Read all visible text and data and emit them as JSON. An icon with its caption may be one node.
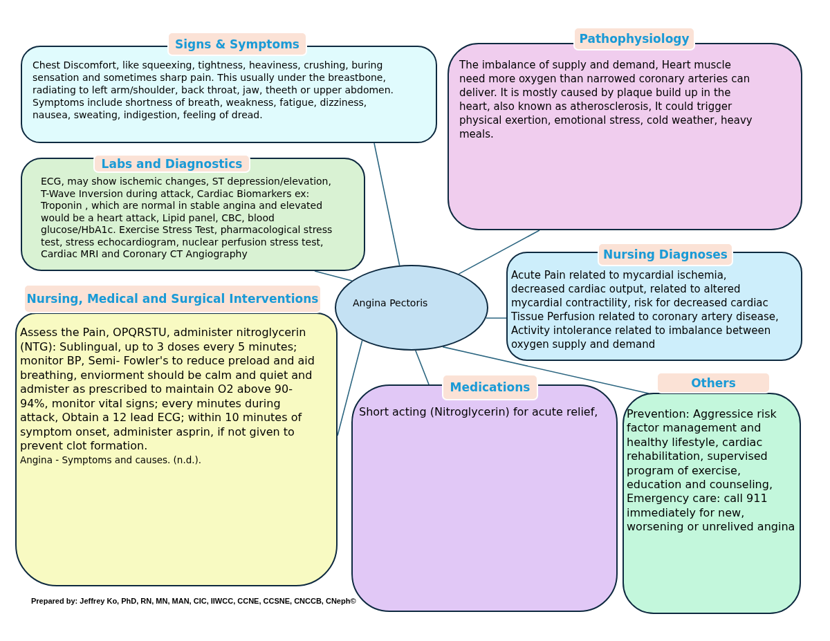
{
  "diagram": {
    "nodes": [
      {
        "text": [
          "Angina Pectoris"
        ]
      },
      {
        "text": [
          "Signs & Symptoms",
          "Chest Discomfort, like squeexing, tightness, heaviness, crushing, buring sensation and sometimes sharp pain. This usually under the breastbone, radiating to left arm/shoulder, back throat, jaw, theeth or upper abdomen. Symptoms include shortness of breath, weakness, fatigue, dizziness, nausea, sweating, indigestion, feeling of dread."
        ]
      },
      {
        "text": [
          "Pathophysiology",
          "The imbalance of supply and demand, Heart muscle need more oxygen than narrowed coronary arteries can deliver. It is mostly caused by plaque build up in the heart, also known as atherosclerosis, It could trigger physical exertion, emotional stress, cold weather, heavy meals."
        ]
      },
      {
        "text": [
          "Labs and Diagnostics",
          "ECG, may show ischemic changes, ST depression/elevation, T-Wave Inversion during attack, Cardiac Biomarkers ex: Troponin , which are normal in stable angina and elevated would be a heart attack, Lipid panel, CBC, blood glucose/HbA1c. Exercise Stress Test, pharmacological stress test, stress echocardiogram, nuclear perfusion stress test, Cardiac MRI and Coronary CT Angiography"
        ]
      },
      {
        "text": [
          "Nursing Diagnoses",
          "Acute Pain related to mycardial ischemia, decreased cardiac output, related to altered mycardial contractility, risk for decreased cardiac Tissue Perfusion related to coronary artery disease, Activity intolerance related to imbalance between oxygen supply and demand"
        ]
      },
      {
        "text": [
          "Nursing, Medical and Surgical Interventions",
          "Assess the Pain, OPQRSTU, administer nitroglycerin (NTG): Sublingual, up to 3 doses every 5 minutes; monitor BP, Semi- Fowler's to reduce preload and aid breathing, enviorment should be calm and quiet and admister as prescribed to maintain O2 above 90-94%, monitor vital signs; every minutes during attack, Obtain a 12 lead ECG; within 10 minutes of symptom onset, administer asprin, if not given to prevent clot formation.",
          "Angina - Symptoms and causes. (n.d.)."
        ]
      },
      {
        "text": [
          "Medications",
          "Short acting (Nitroglycerin) for acute relief,"
        ]
      },
      {
        "text": [
          "Others",
          "Prevention: Aggressice risk factor management and healthy lifestyle, cardiac rehabilitation, supervised program of exercise, education and counseling, Emergency care: call 911 immediately for new, worsening or unrelived angina"
        ]
      }
    ],
    "edges": [
      {
        "from": 0,
        "to": 1,
        "arrow": "none"
      },
      {
        "from": 0,
        "to": 2,
        "arrow": "none"
      },
      {
        "from": 0,
        "to": 3,
        "arrow": "none"
      },
      {
        "from": 0,
        "to": 4,
        "arrow": "none"
      },
      {
        "from": 0,
        "to": 5,
        "arrow": "none"
      },
      {
        "from": 0,
        "to": 6,
        "arrow": "none"
      },
      {
        "from": 0,
        "to": 7,
        "arrow": "none"
      }
    ],
    "labels": [
      "Prepared by: Jeffrey Ko, PhD, RN, MN, MAN, CIC, IIWCC, CCNE, CCSNE, CNCCB, CNeph©"
    ]
  }
}
